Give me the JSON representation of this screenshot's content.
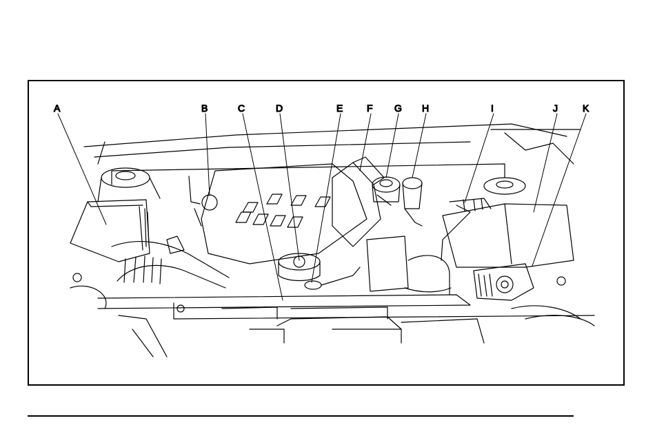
{
  "figure": {
    "callouts": [
      {
        "label": "A"
      },
      {
        "label": "B"
      },
      {
        "label": "C"
      },
      {
        "label": "D"
      },
      {
        "label": "E"
      },
      {
        "label": "F"
      },
      {
        "label": "G"
      },
      {
        "label": "H"
      },
      {
        "label": "I"
      },
      {
        "label": "J"
      },
      {
        "label": "K"
      }
    ]
  },
  "colors": {
    "ink": "#000000",
    "paper": "#ffffff"
  }
}
